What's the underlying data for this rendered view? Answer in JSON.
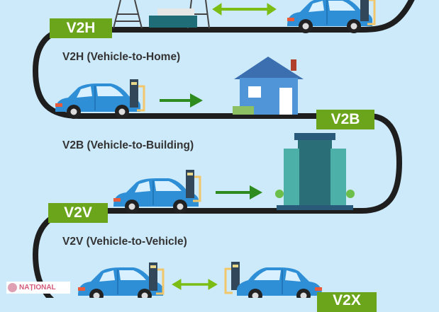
{
  "labels": {
    "v2h": "V2H",
    "v2b": "V2B",
    "v2v": "V2V",
    "v2x": "V2X"
  },
  "captions": {
    "v2h": "V2H (Vehicle-to-Home)",
    "v2b": "V2B (Vehicle-to-Building)",
    "v2v": "V2V (Vehicle-to-Vehicle)"
  },
  "watermark": "NAȚIONAL",
  "colors": {
    "background": "#cdeafb",
    "label": "#6ba51c",
    "arrow": "#7cbd14",
    "arrow_dark": "#2e8b1e",
    "car": "#2f8fd6",
    "road": "#1e1e1e"
  }
}
